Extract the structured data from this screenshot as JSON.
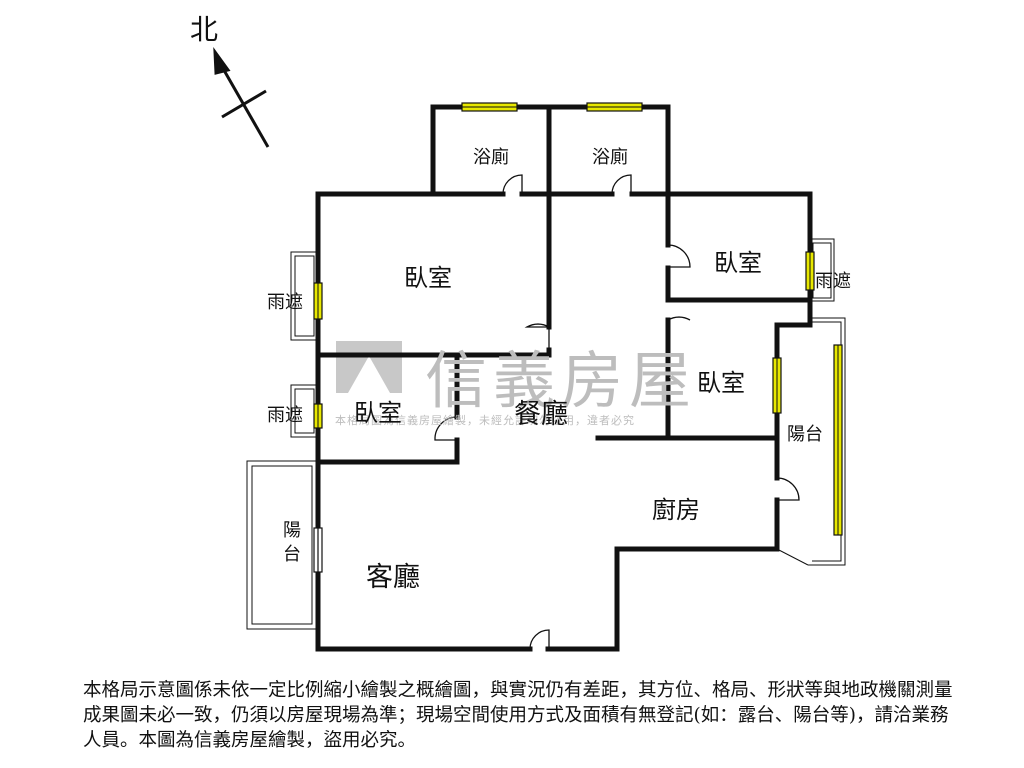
{
  "compass": {
    "label": "北"
  },
  "rooms": {
    "bath_left": "浴廁",
    "bath_right": "浴廁",
    "bedroom_nw": "臥室",
    "bedroom_ne": "臥室",
    "bedroom_east": "臥室",
    "bedroom_sw": "臥室",
    "dining": "餐廳",
    "living": "客廳",
    "kitchen": "廚房",
    "balcony_east": "陽台",
    "balcony_west": "陽\n台",
    "canopy_west_upper": "雨遮",
    "canopy_west_lower": "雨遮",
    "canopy_east": "雨遮"
  },
  "watermark": {
    "brand": "信義房屋",
    "notice": "本格局圖為信義房屋繪製，未經允許切勿盜用，違者必究"
  },
  "disclaimer": "本格局示意圖係未依一定比例縮小繪製之概繪圖，與實況仍有差距，其方位、格局、形狀等與地政機關測量成果圖未必一致，仍須以房屋現場為準；現場空間使用方式及面積有無登記(如：露台、陽台等)，請洽業務人員。本圖為信義房屋繪製，盜用必究。",
  "colors": {
    "wall": "#111111",
    "window": "#e8e800",
    "watermark": "#bdbdbd"
  }
}
